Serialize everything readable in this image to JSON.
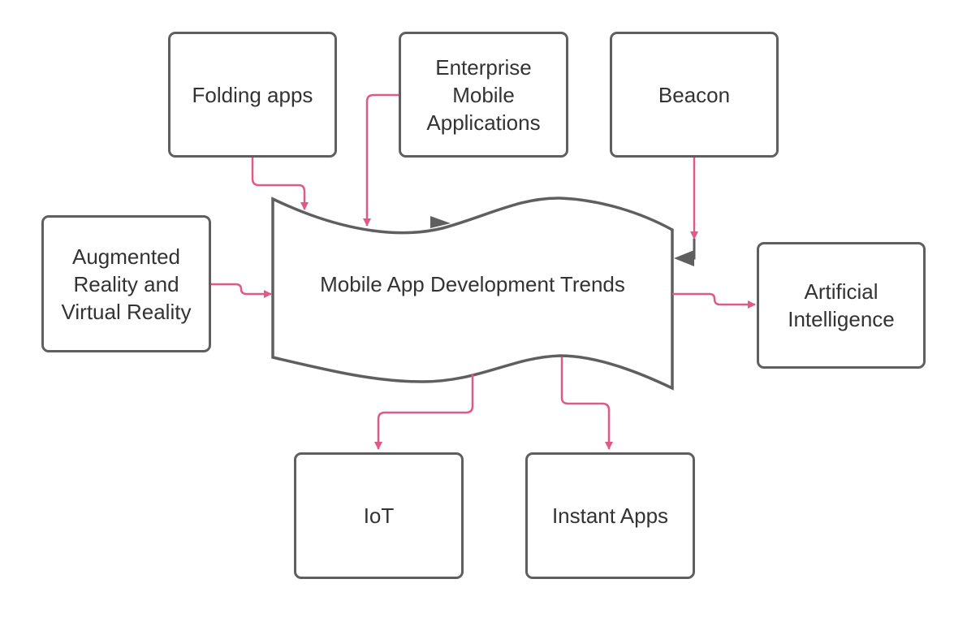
{
  "diagram": {
    "center": "Mobile App Development Trends",
    "nodes": {
      "folding": "Folding apps",
      "enterprise": "Enterprise Mobile Applications",
      "beacon": "Beacon",
      "ar_vr": "Augmented Reality and Virtual Reality",
      "ai": "Artificial Intelligence",
      "iot": "IoT",
      "instant": "Instant Apps"
    },
    "colors": {
      "stroke": "#5f5f5f",
      "connector": "#e05a87"
    }
  }
}
